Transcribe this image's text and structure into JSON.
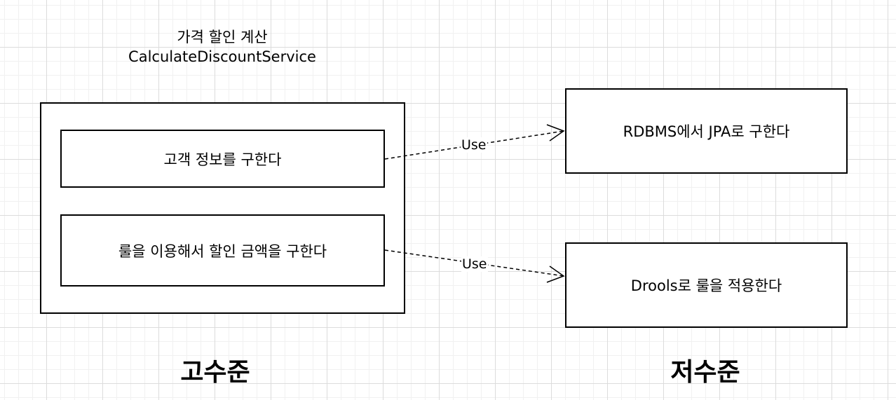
{
  "title": {
    "korean": "가격 할인 계산",
    "service": "CalculateDiscountService"
  },
  "high_level": {
    "items": [
      "고객 정보를 구한다",
      "룰을 이용해서 할인 금액을 구한다"
    ],
    "caption": "고수준"
  },
  "low_level": {
    "items": [
      "RDBMS에서 JPA로 구한다",
      "Drools로 룰을 적용한다"
    ],
    "caption": "저수준"
  },
  "edges": [
    {
      "from": "고객 정보를 구한다",
      "to": "RDBMS에서 JPA로 구한다",
      "label": "Use",
      "style": "dashed"
    },
    {
      "from": "룰을 이용해서 할인 금액을 구한다",
      "to": "Drools로 룰을 적용한다",
      "label": "Use",
      "style": "dashed"
    }
  ]
}
